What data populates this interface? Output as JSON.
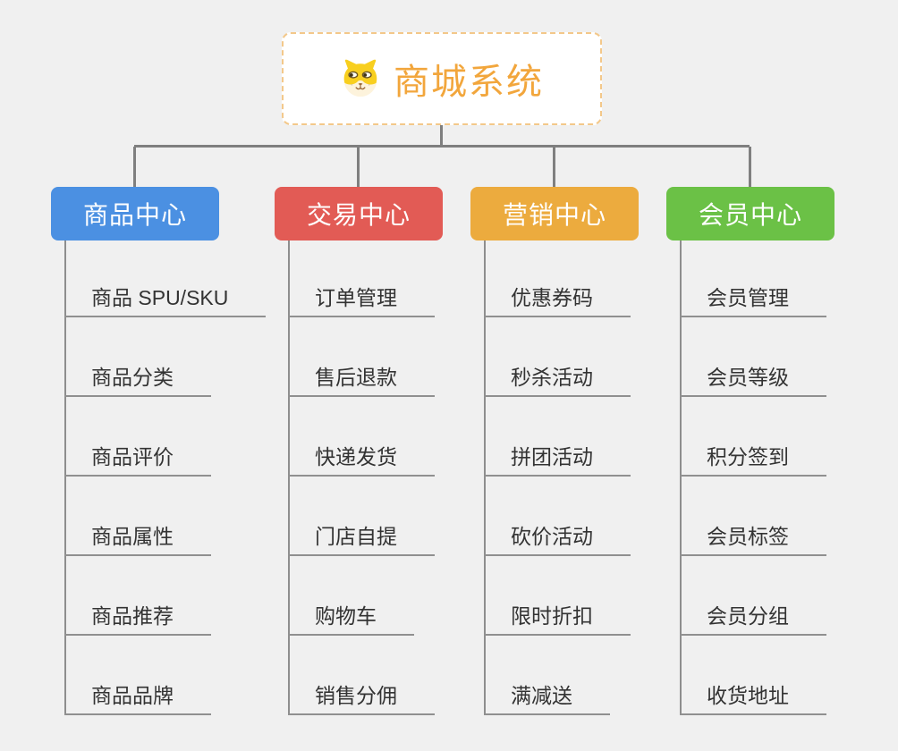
{
  "page": {
    "background_color": "#f0f0f0",
    "connector_color": "#7f7f7f"
  },
  "root": {
    "label": "商城系统",
    "icon": "shiba-dog-icon",
    "text_color": "#f2a63c",
    "border_color": "#f3c88a"
  },
  "branches": [
    {
      "label": "商品中心",
      "color": "#4b90e2",
      "items": [
        "商品 SPU/SKU",
        "商品分类",
        "商品评价",
        "商品属性",
        "商品推荐",
        "商品品牌"
      ]
    },
    {
      "label": "交易中心",
      "color": "#e25b55",
      "items": [
        "订单管理",
        "售后退款",
        "快递发货",
        "门店自提",
        "购物车",
        "销售分佣"
      ]
    },
    {
      "label": "营销中心",
      "color": "#ecab3e",
      "items": [
        "优惠券码",
        "秒杀活动",
        "拼团活动",
        "砍价活动",
        "限时折扣",
        "满减送"
      ]
    },
    {
      "label": "会员中心",
      "color": "#6bc146",
      "items": [
        "会员管理",
        "会员等级",
        "积分签到",
        "会员标签",
        "会员分组",
        "收货地址"
      ]
    }
  ]
}
